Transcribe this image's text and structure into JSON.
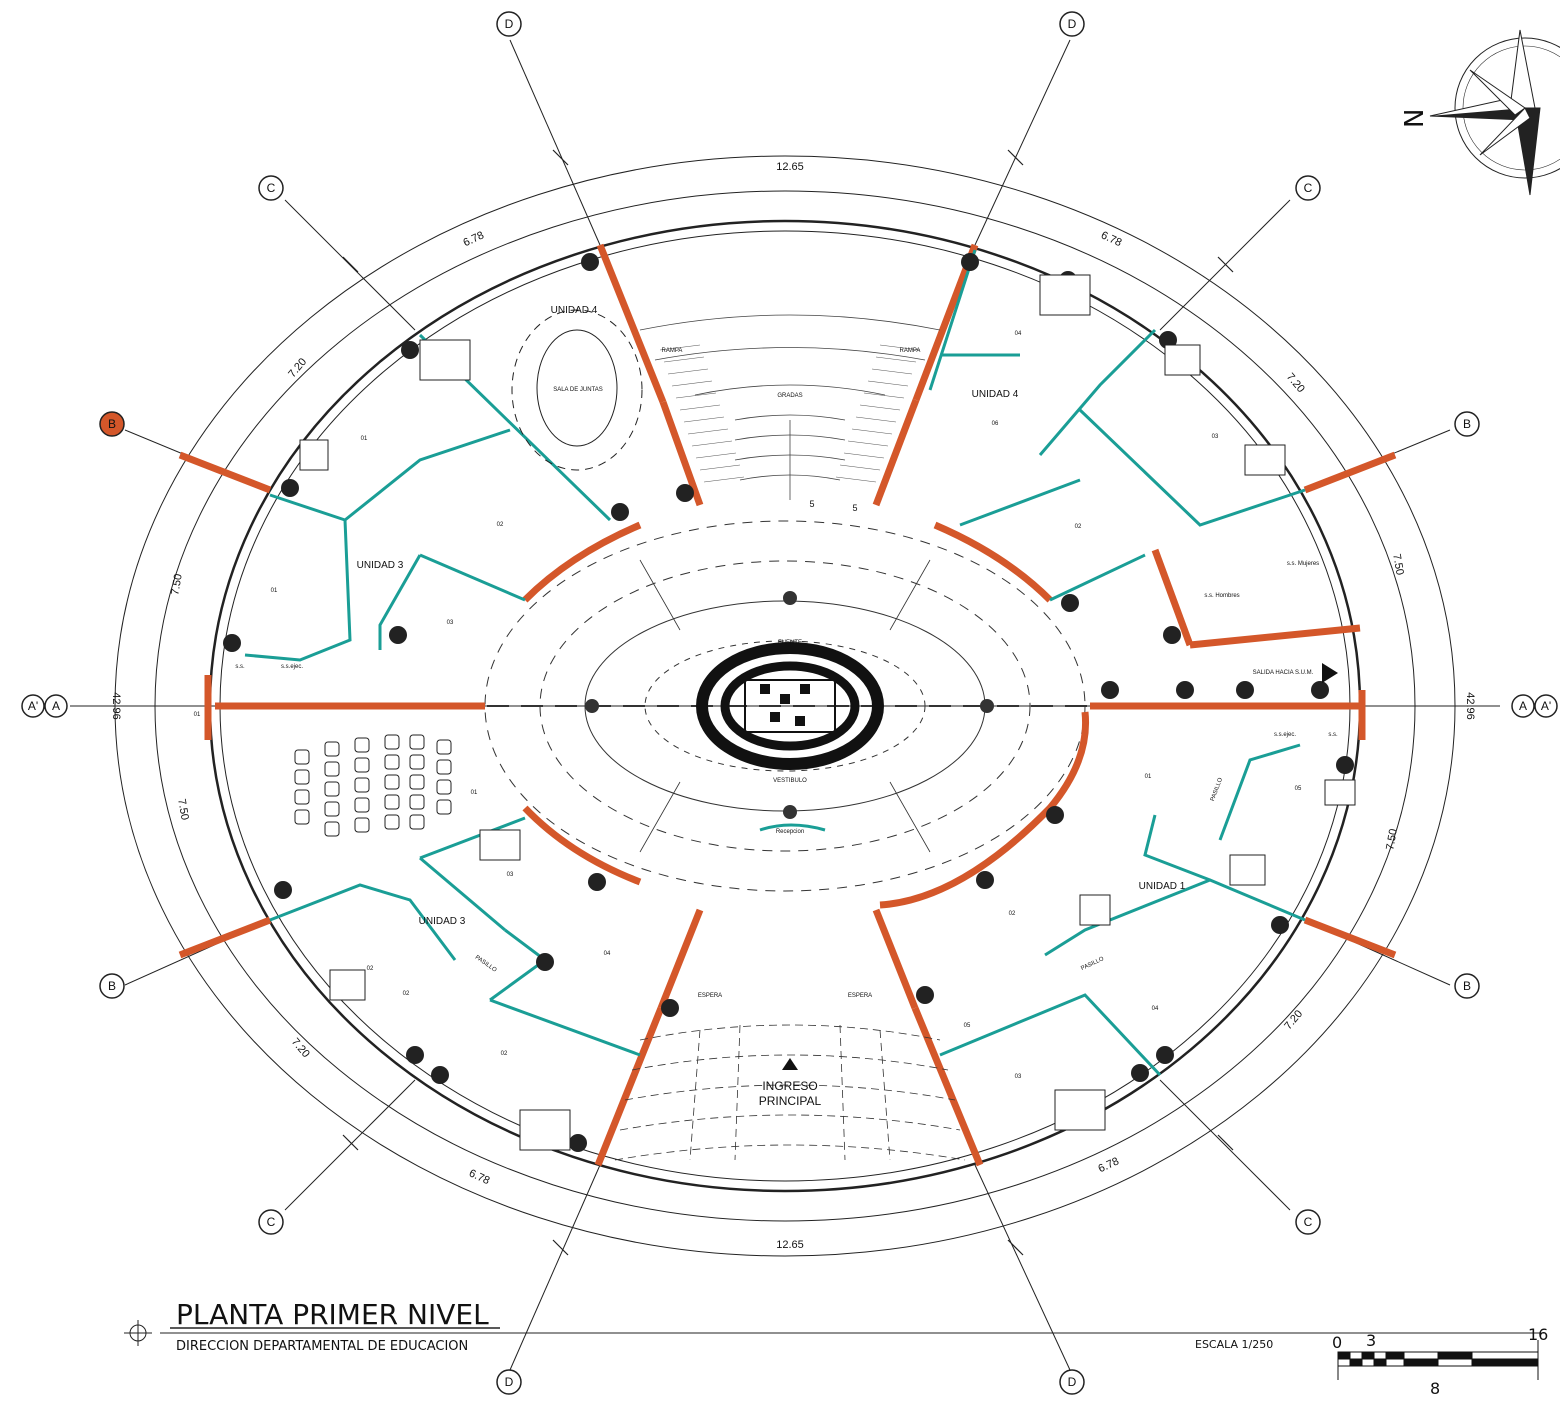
{
  "title": "PLANTA PRIMER NIVEL",
  "subtitle": "DIRECCION DEPARTAMENTAL DE EDUCACION",
  "scale_text": "ESCALA 1/250",
  "scale_bar": {
    "ticks": [
      "0",
      "3",
      "16"
    ],
    "below": "8"
  },
  "north_label": "N",
  "overall_dim": "42.96",
  "dims": {
    "top": "12.65",
    "bottom": "12.65",
    "upper_left": "6.78",
    "upper_right": "6.78",
    "lower_left": "6.78",
    "lower_right": "6.78",
    "mid_upper_left": "7.20",
    "mid_upper_right": "7.20",
    "mid_lower_left": "7.20",
    "mid_lower_right": "7.20",
    "left_upper": "7.50",
    "left_lower": "7.50",
    "right_upper": "7.50",
    "right_lower": "7.50"
  },
  "axes": {
    "a": "A",
    "a_prime": "A'",
    "b": "B",
    "c": "C",
    "d": "D"
  },
  "rooms": {
    "unidad4_left": "UNIDAD 4",
    "unidad4_right": "UNIDAD 4",
    "unidad3_upper": "UNIDAD 3",
    "unidad3_lower": "UNIDAD 3",
    "unidad1": "UNIDAD 1",
    "sala_juntas": "SALA DE JUNTAS",
    "gradas": "GRADAS",
    "rampa_left": "RAMPA",
    "rampa_right": "RAMPA",
    "fuente": "FUENTE",
    "vestibulo": "VESTIBULO",
    "recepcion": "Recepcion",
    "espera_left": "ESPERA",
    "espera_right": "ESPERA",
    "ingreso": "INGRESO",
    "principal": "PRINCIPAL",
    "salida": "SALIDA HACIA S.U.M.",
    "ss_hombres": "s.s. Hombres",
    "ss_mujeres": "s.s. Mujeres",
    "ss": "s.s.",
    "ss_ejec": "s.s.ejec.",
    "pasillo": "PASILLO",
    "stair_num": "5"
  },
  "office_numbers": [
    "01",
    "02",
    "03",
    "04",
    "05",
    "06"
  ]
}
